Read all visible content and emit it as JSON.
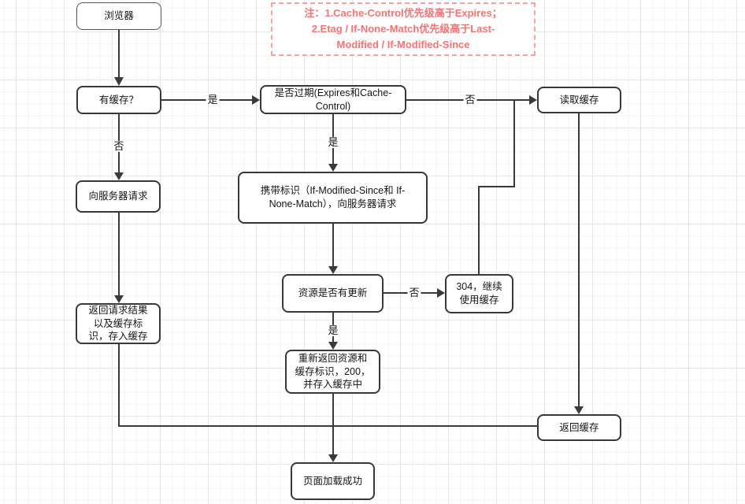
{
  "note": {
    "text": "注：1.Cache-Control优先级高于Expires；\n2.Etag / If-None-Match优先级高于Last-\nModified / If-Modified-Since"
  },
  "nodes": {
    "browser": {
      "label": "浏览器"
    },
    "has_cache": {
      "label": "有缓存？"
    },
    "is_expired": {
      "label": "是否过期(Expires和Cache-\nControl)"
    },
    "read_cache": {
      "label": "读取缓存"
    },
    "request_server": {
      "label": "向服务器请求"
    },
    "request_with_identifier": {
      "label": "携带标识（If-Modified-Since和 If-\nNone-Match），向服务器请求"
    },
    "resource_updated": {
      "label": "资源是否有更新"
    },
    "use_cache_304": {
      "label": "304，继续\n使用缓存"
    },
    "store_result": {
      "label": "返回请求结果\n以及缓存标\n识，存入缓存"
    },
    "return_200": {
      "label": "重新返回资源和\n缓存标识，200，\n并存入缓存中"
    },
    "return_cache": {
      "label": "返回缓存"
    },
    "page_loaded": {
      "label": "页面加载成功"
    }
  },
  "edge_labels": {
    "has_cache_yes": "是",
    "has_cache_no": "否",
    "expired_no": "否",
    "expired_yes": "是",
    "updated_no": "否",
    "updated_yes": "是"
  },
  "colors": {
    "line": "#3a3a3a",
    "note_text": "#fb7272",
    "note_border": "#ff9f9f"
  }
}
